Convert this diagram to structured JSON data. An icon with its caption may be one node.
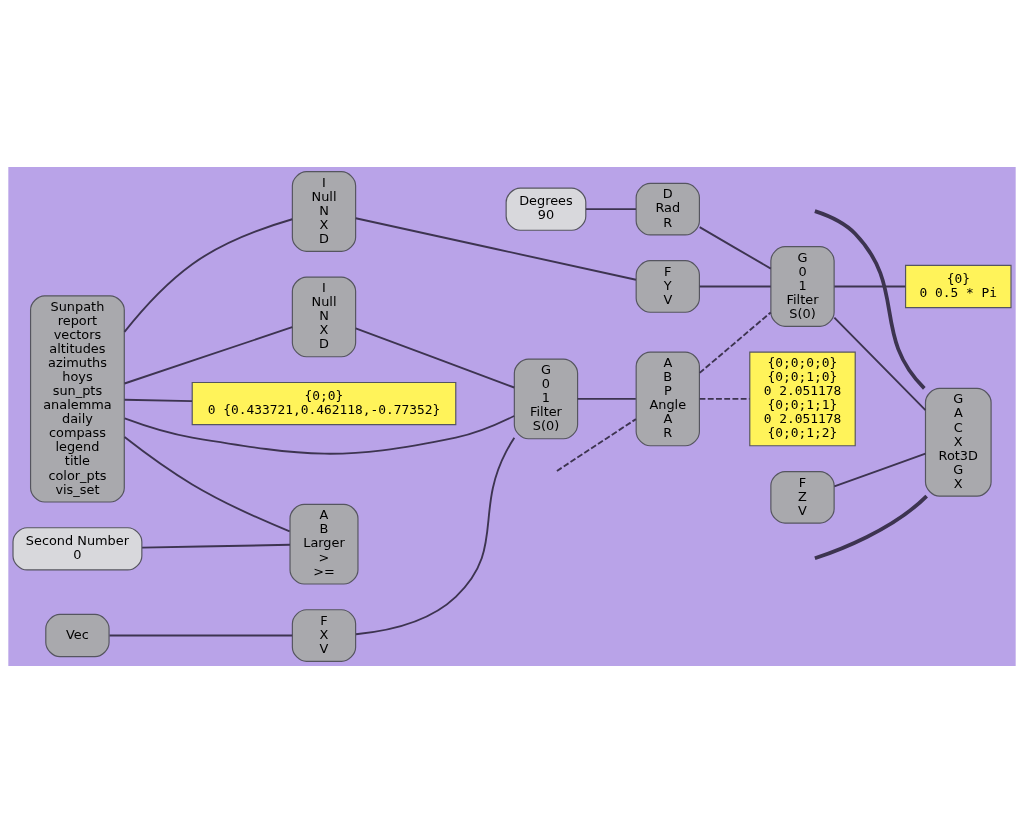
{
  "diagram": {
    "nodes": [
      {
        "text": [
          "{0;0;0;0}",
          "{0;0;1;0}",
          "0 2.051178",
          "{0;0;1;1}",
          "0 2.051178",
          "{0;0;1;2}"
        ]
      },
      {
        "text": [
          "{0}",
          "0 0.5 * Pi"
        ]
      },
      {
        "text": [
          "A",
          "B",
          "P",
          "Angle",
          "A",
          "R"
        ]
      },
      {
        "text": [
          "G",
          "A",
          "C",
          "X",
          "Rot3D",
          "G",
          "X"
        ]
      },
      {
        "text": [
          "Degrees",
          "90"
        ]
      },
      {
        "text": [
          "D",
          "Rad",
          "R"
        ]
      },
      {
        "text": [
          "G",
          "0",
          "1",
          "Filter",
          "S(0)"
        ]
      },
      {
        "text": [
          "F",
          "Z",
          "V"
        ]
      },
      {
        "text": [
          "I",
          "Null",
          "N",
          "X",
          "D"
        ]
      },
      {
        "text": [
          "G",
          "0",
          "1",
          "Filter",
          "S(0)"
        ]
      },
      {
        "text": [
          "Sunpath",
          "report",
          "vectors",
          "altitudes",
          "azimuths",
          "hoys",
          "sun_pts",
          "analemma",
          "daily",
          "compass",
          "legend",
          "title",
          "color_pts",
          "vis_set"
        ]
      },
      {
        "text": [
          "{0;0}",
          "0 {0.433721,0.462118,-0.77352}"
        ]
      },
      {
        "text": [
          "Vec"
        ]
      },
      {
        "text": [
          "F",
          "X",
          "V"
        ]
      },
      {
        "text": [
          "F",
          "Y",
          "V"
        ]
      },
      {
        "text": [
          "I",
          "Null",
          "N",
          "X",
          "D"
        ]
      },
      {
        "text": [
          "A",
          "B",
          "Larger",
          ">",
          ">="
        ]
      },
      {
        "text": [
          "Second Number",
          "0"
        ]
      }
    ],
    "edges": [
      {
        "from": 2,
        "to": 0,
        "arrow": "none",
        "style": "dashed"
      },
      {
        "from": 2,
        "to": 6,
        "arrow": "none",
        "style": "dashed"
      },
      {
        "from": null,
        "to": 2,
        "arrow": "none",
        "style": "dashed"
      },
      {
        "from": 9,
        "to": 2,
        "arrow": "none"
      },
      {
        "from": null,
        "to": 3,
        "arrow": "none",
        "style": "thick"
      },
      {
        "from": null,
        "to": 3,
        "arrow": "none",
        "style": "thick"
      },
      {
        "from": 6,
        "to": 1,
        "arrow": "none"
      },
      {
        "from": 6,
        "to": 3,
        "arrow": "none"
      },
      {
        "from": 4,
        "to": 5,
        "arrow": "none"
      },
      {
        "from": 5,
        "to": 6,
        "arrow": "none"
      },
      {
        "from": 7,
        "to": 3,
        "arrow": "none"
      },
      {
        "from": 14,
        "to": 6,
        "arrow": "none"
      },
      {
        "from": 8,
        "to": 9,
        "arrow": "none"
      },
      {
        "from": 10,
        "to": 8,
        "arrow": "none"
      },
      {
        "from": 10,
        "to": 9,
        "arrow": "none"
      },
      {
        "from": 10,
        "to": 11,
        "arrow": "none"
      },
      {
        "from": 13,
        "to": 9,
        "arrow": "none"
      },
      {
        "from": 12,
        "to": 13,
        "arrow": "none"
      },
      {
        "from": 10,
        "to": 15,
        "arrow": "none"
      },
      {
        "from": 10,
        "to": 16,
        "arrow": "none"
      },
      {
        "from": 15,
        "to": 14,
        "arrow": "none"
      },
      {
        "from": 17,
        "to": 16,
        "arrow": "none"
      }
    ]
  }
}
